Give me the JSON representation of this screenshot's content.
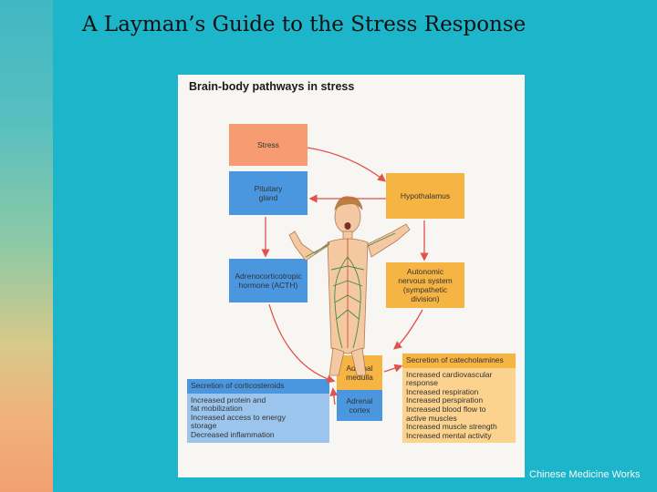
{
  "slide": {
    "title": "A Layman’s Guide to the Stress Response",
    "footer": "Chinese Medicine Works"
  },
  "figure": {
    "title": "Brain-body pathways in stress",
    "stress": "Stress",
    "pituitary": [
      "Pituitary",
      "gland"
    ],
    "hypothalamus": "Hypothalamus",
    "acth": [
      "Adrenocorticotropic",
      "hormone (ACTH)"
    ],
    "ans": [
      "Autonomic",
      "nervous system",
      "(sympathetic",
      "division)"
    ],
    "adrenal_medulla": [
      "Adrenal",
      "medulla"
    ],
    "adrenal_cortex": [
      "Adrenal",
      "cortex"
    ],
    "corticosteroids": {
      "header": "Secretion of corticosteroids",
      "effects": [
        "Increased protein and",
        "fat mobilization",
        "Increased access to energy",
        "storage",
        "Decreased inflammation"
      ]
    },
    "catecholamines": {
      "header": "Secretion of catecholamines",
      "effects": [
        "Increased cardiovascular",
        "response",
        "Increased respiration",
        "Increased perspiration",
        "Increased blood flow to",
        "active muscles",
        "Increased muscle strength",
        "Increased mental activity"
      ]
    }
  },
  "colors": {
    "background": "#1cb5c9",
    "stress_box": "#f79b72",
    "brain_pathway": "#4a97e0",
    "nerve_pathway": "#f6b443",
    "arrows": "#e0524c"
  }
}
